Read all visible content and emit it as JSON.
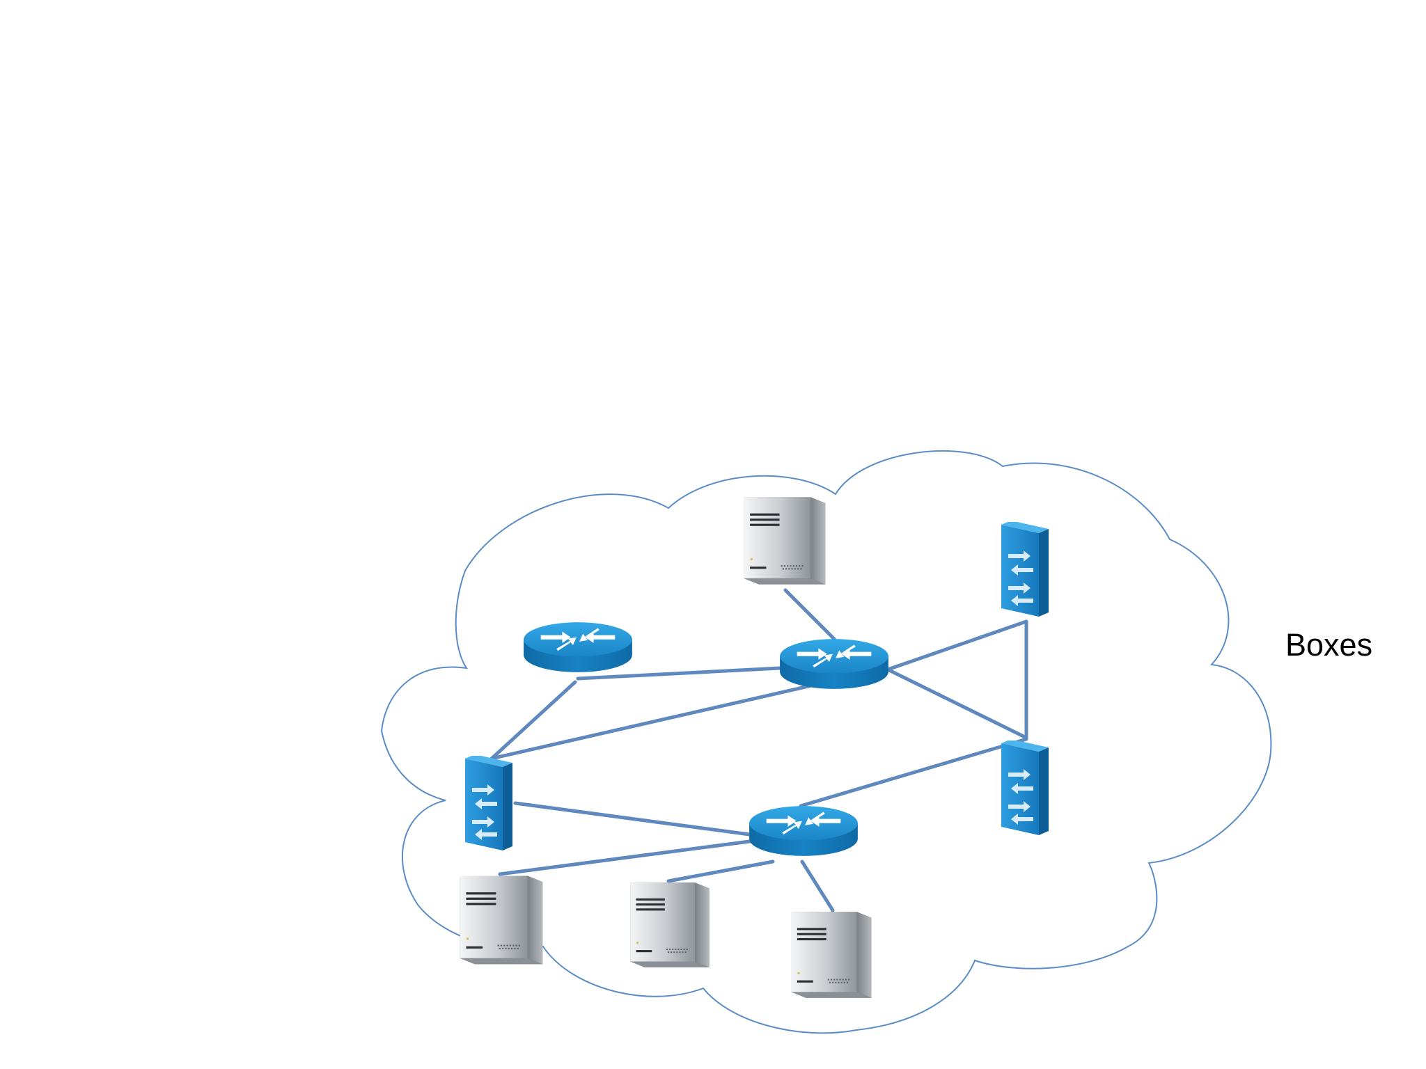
{
  "slide": {
    "label": "Boxes",
    "colors": {
      "background": "#ffffff",
      "cloud_outline": "#5b8cc6",
      "link": "#5f88be",
      "device_blue": "#1f8fd0",
      "server_gray": "#9aa0a6"
    }
  },
  "diagram": {
    "cloud": "network-cloud",
    "devices": [
      {
        "id": "server-top",
        "kind": "server-icon"
      },
      {
        "id": "router-left",
        "kind": "router-icon"
      },
      {
        "id": "router-center",
        "kind": "router-icon"
      },
      {
        "id": "router-bottom",
        "kind": "router-icon"
      },
      {
        "id": "switch-top-right",
        "kind": "switch-icon"
      },
      {
        "id": "switch-left",
        "kind": "switch-icon"
      },
      {
        "id": "switch-bottom-right",
        "kind": "switch-icon"
      },
      {
        "id": "server-bottom-left",
        "kind": "server-icon"
      },
      {
        "id": "server-bottom-middle",
        "kind": "server-icon"
      },
      {
        "id": "server-bottom-right",
        "kind": "server-icon"
      }
    ],
    "links": [
      [
        "server-top",
        "router-center"
      ],
      [
        "router-left",
        "router-center"
      ],
      [
        "router-left",
        "switch-left"
      ],
      [
        "switch-left",
        "router-center"
      ],
      [
        "router-center",
        "switch-top-right"
      ],
      [
        "router-center",
        "switch-bottom-right"
      ],
      [
        "switch-top-right",
        "switch-bottom-right"
      ],
      [
        "switch-bottom-right",
        "router-bottom"
      ],
      [
        "switch-left",
        "router-bottom"
      ],
      [
        "router-bottom",
        "server-bottom-left"
      ],
      [
        "router-bottom",
        "server-bottom-middle"
      ],
      [
        "router-bottom",
        "server-bottom-right"
      ]
    ]
  }
}
